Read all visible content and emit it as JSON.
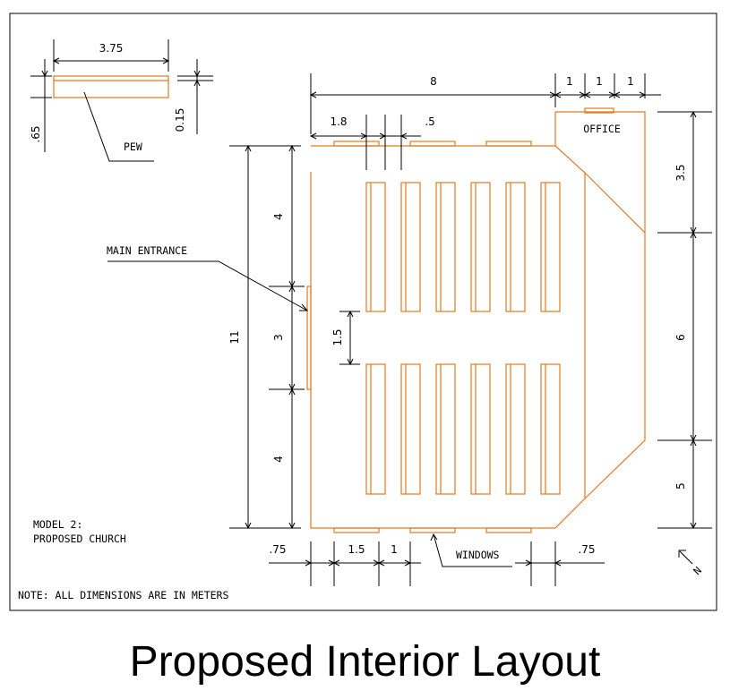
{
  "caption": "Proposed Interior Layout",
  "labels": {
    "pew": "PEW",
    "office": "OFFICE",
    "main_entrance": "MAIN ENTRANCE",
    "windows": "WINDOWS",
    "model_line1": "MODEL 2:",
    "model_line2": "PROPOSED CHURCH",
    "note": "NOTE: ALL DIMENSIONS ARE IN METERS",
    "north": "N"
  },
  "dimensions": {
    "pew_length": "3.75",
    "pew_width": ".65",
    "pew_thickness": "0.15",
    "top_width": "8",
    "office_1a": "1",
    "office_1b": "1",
    "office_1c": "1",
    "aisle_edge": "1.8",
    "pew_gap": ".5",
    "total_height": "11",
    "left_upper": "4",
    "entrance": "3",
    "left_lower": "4",
    "center_aisle": "1.5",
    "right_upper": "3.5",
    "right_middle": "6",
    "right_lower": "5",
    "bottom_left": ".75",
    "window_width": "1.5",
    "window_gap": "1",
    "bottom_right": ".75"
  },
  "colors": {
    "wall": "#e07a1f",
    "dimension": "#000000"
  }
}
